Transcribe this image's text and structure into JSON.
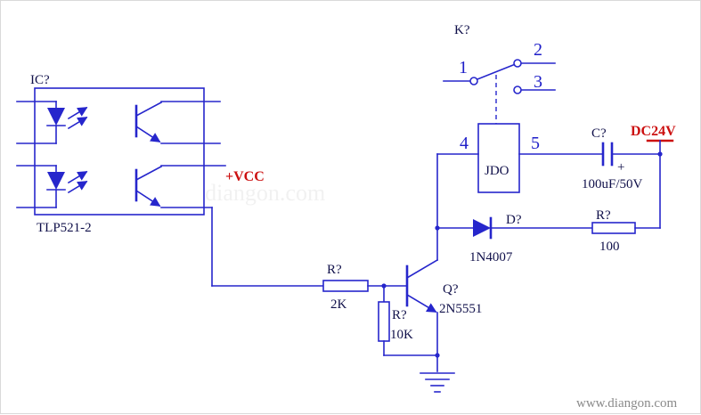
{
  "colors": {
    "wire_blue": "#2626cc",
    "label_navy": "#10104a",
    "pin_blue": "#1d1dc8",
    "accent_red": "#cc1010",
    "watermark_gray": "#8a8a8a",
    "background": "#ffffff"
  },
  "optocoupler": {
    "designator": "IC?",
    "part": "TLP521-2"
  },
  "net_labels": {
    "vcc": "+VCC",
    "power": "DC24V"
  },
  "switch": {
    "designator": "K?",
    "pin_common": "1",
    "pin_no": "2",
    "pin_nc": "3"
  },
  "relay": {
    "name": "JDO",
    "pin_left": "4",
    "pin_right": "5"
  },
  "capacitor": {
    "designator": "C?",
    "value": "100uF/50V",
    "polarity_mark": "+"
  },
  "diode": {
    "designator": "D?",
    "part": "1N4007"
  },
  "resistor_base": {
    "designator": "R?",
    "value": "2K"
  },
  "resistor_pulldown": {
    "designator": "R?",
    "value": "10K"
  },
  "resistor_flyback": {
    "designator": "R?",
    "value": "100"
  },
  "transistor": {
    "designator": "Q?",
    "part": "2N5551"
  },
  "watermark": {
    "text": "www.diangon.com"
  }
}
